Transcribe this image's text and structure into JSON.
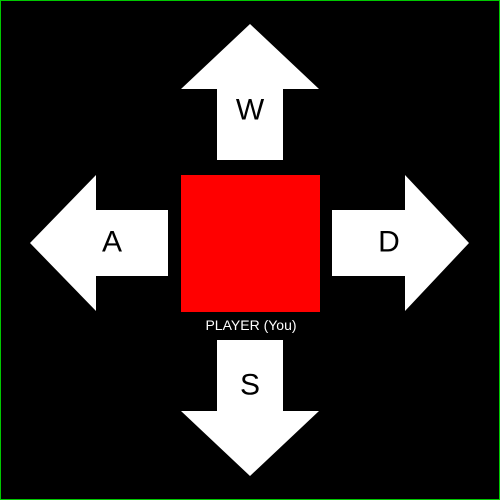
{
  "game": {
    "player_label": "PLAYER (You)",
    "controls": {
      "up": "W",
      "left": "A",
      "down": "S",
      "right": "D"
    }
  },
  "colors": {
    "background": "#000000",
    "border": "#00c800",
    "player": "#ff0000",
    "arrow": "#ffffff",
    "arrow_text": "#000000",
    "label_text": "#ffffff"
  },
  "icons": {
    "up": "arrow-up-icon",
    "left": "arrow-left-icon",
    "down": "arrow-down-icon",
    "right": "arrow-right-icon"
  }
}
